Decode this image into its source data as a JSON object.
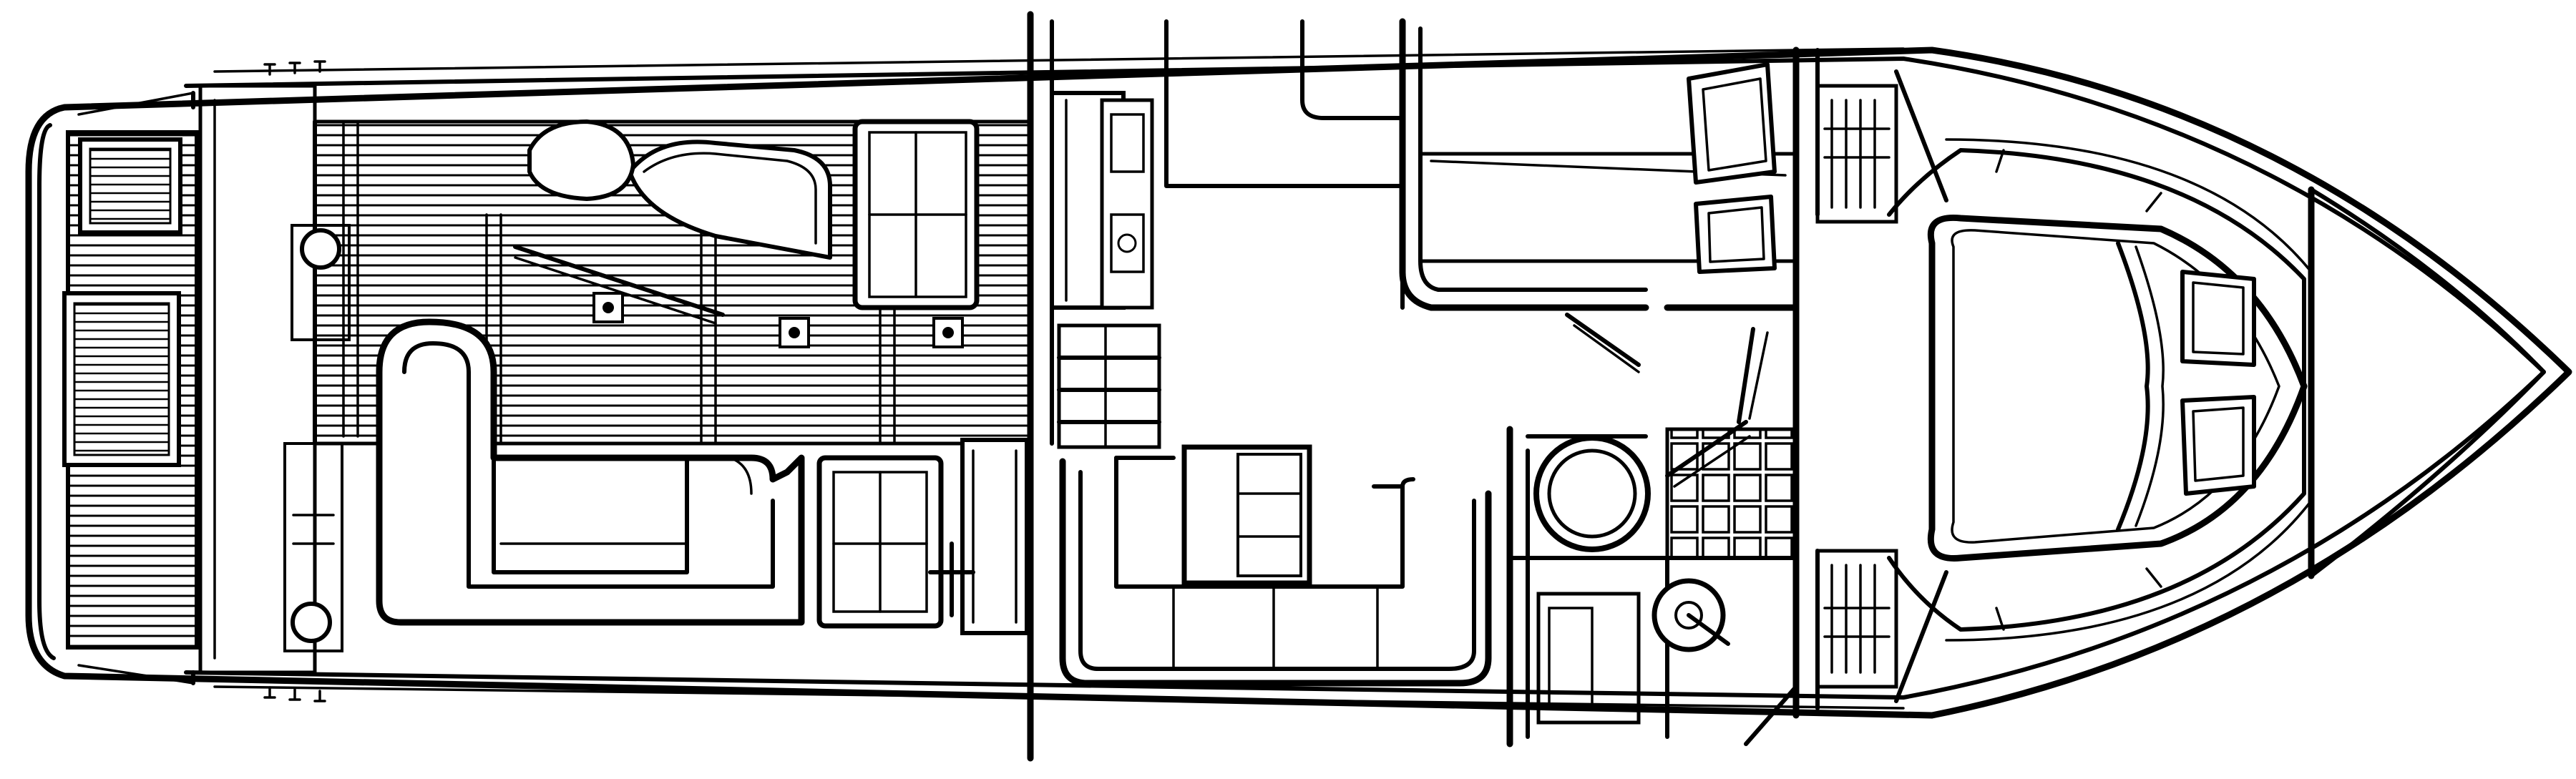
{
  "diagram": {
    "type": "boat-deck-plan",
    "view": "top-down",
    "colors": {
      "ink": "#000000",
      "paper": "#ffffff"
    },
    "sections": [
      "swim-platform",
      "cockpit",
      "salon",
      "galley",
      "dinette",
      "head",
      "mid-cabin",
      "forward-cabin",
      "bow"
    ],
    "labels": []
  }
}
